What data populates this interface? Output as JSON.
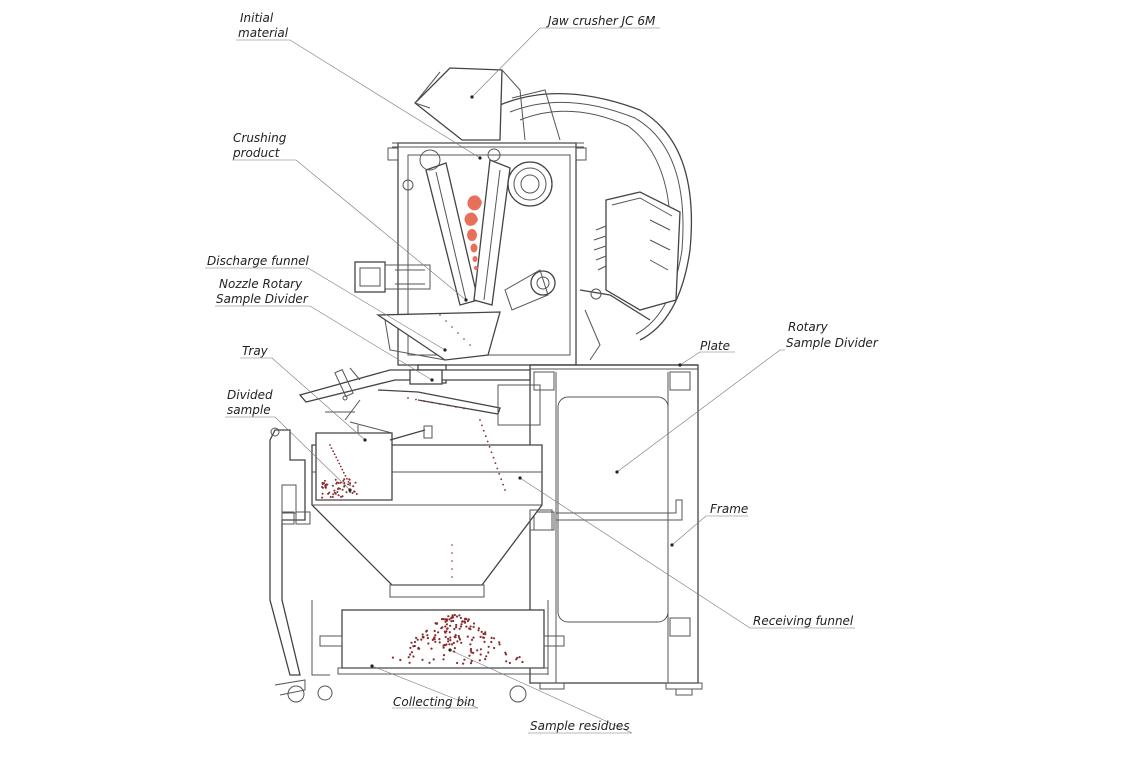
{
  "labels": {
    "initial_material": [
      "Initial",
      "material"
    ],
    "jaw_crusher": "Jaw crusher JC 6M",
    "crushing_product": [
      "Crushing",
      "product"
    ],
    "discharge_funnel": "Discharge funnel",
    "nozzle_rotary": [
      "Nozzle Rotary",
      "Sample Divider"
    ],
    "tray": "Tray",
    "divided_sample": [
      "Divided",
      "sample"
    ],
    "plate": "Plate",
    "rotary_divider": [
      "Rotary",
      "Sample Divider"
    ],
    "frame": "Frame",
    "receiving_funnel": "Receiving funnel",
    "collecting_bin": "Collecting bin",
    "sample_residues": "Sample residues"
  },
  "colors": {
    "line": "#555555",
    "material": "#e8705a",
    "particles": "#8a2a2a"
  }
}
